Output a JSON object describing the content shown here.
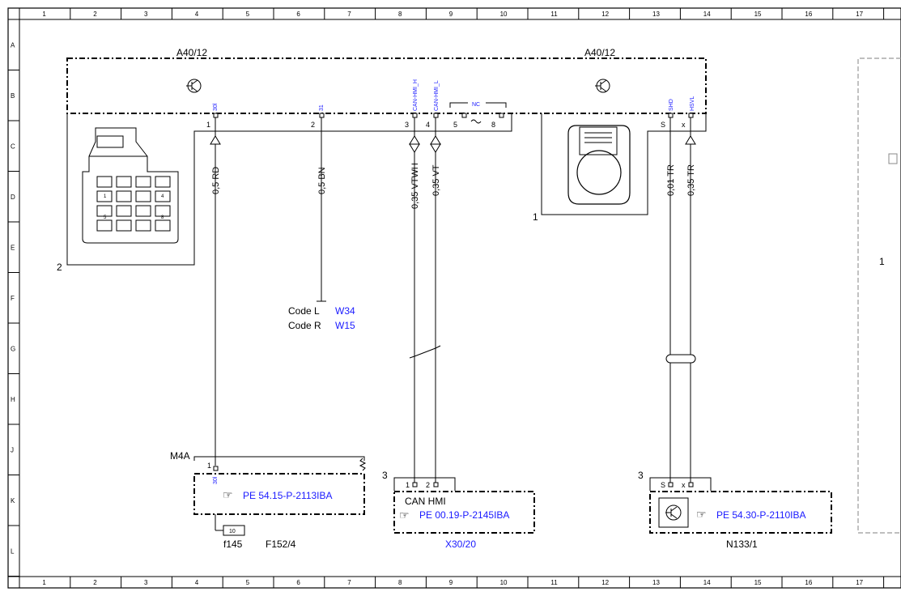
{
  "grid": {
    "cols": [
      "1",
      "2",
      "3",
      "4",
      "5",
      "6",
      "7",
      "8",
      "9",
      "10",
      "11",
      "12",
      "13",
      "14",
      "15",
      "16",
      "17"
    ],
    "rows": [
      "A",
      "B",
      "C",
      "D",
      "E",
      "F",
      "G",
      "H",
      "J",
      "K",
      "L"
    ]
  },
  "components": {
    "a40_left": "A40/12",
    "a40_right": "A40/12",
    "connector_label_2": "2",
    "connector_label_1": "1",
    "right_edge_label": "1",
    "m4a": "M4A",
    "f145": "f145",
    "f152": "F152/4",
    "fuse_value": "10",
    "x30": "X30/20",
    "n133": "N133/1",
    "can_hmi": "CAN HMI",
    "x30_num": "3",
    "n133_num": "3"
  },
  "pins": {
    "p30l": "30l",
    "p31": "31",
    "can_h": "CAN-HMI_H",
    "can_l": "CAN-HMI_L",
    "nc": "NC",
    "shd": "SHD",
    "hsvl": "HSVL",
    "n1": "1",
    "n2": "2",
    "n3": "3",
    "n4": "4",
    "n5": "5",
    "n8": "8",
    "nS": "S",
    "nx": "x",
    "m4a_pin": "1",
    "m4a_sig": "30l",
    "x30_p1": "1",
    "x30_p2": "2",
    "n133_s": "S",
    "n133_x": "x"
  },
  "wires": {
    "w1": "0,5 RD",
    "w2": "0,5 BN",
    "w3": "0,35 VTWH",
    "w4": "0,35 VT",
    "w5": "0,01 TR",
    "w6": "0,35 TR"
  },
  "codes": {
    "code_l": "Code L",
    "code_l_val": "W34",
    "code_r": "Code R",
    "code_r_val": "W15"
  },
  "refs": {
    "pe1": "PE 54.15-P-2113IBA",
    "pe2": "PE 00.19-P-2145IBA",
    "pe3": "PE 54.30-P-2110IBA"
  }
}
